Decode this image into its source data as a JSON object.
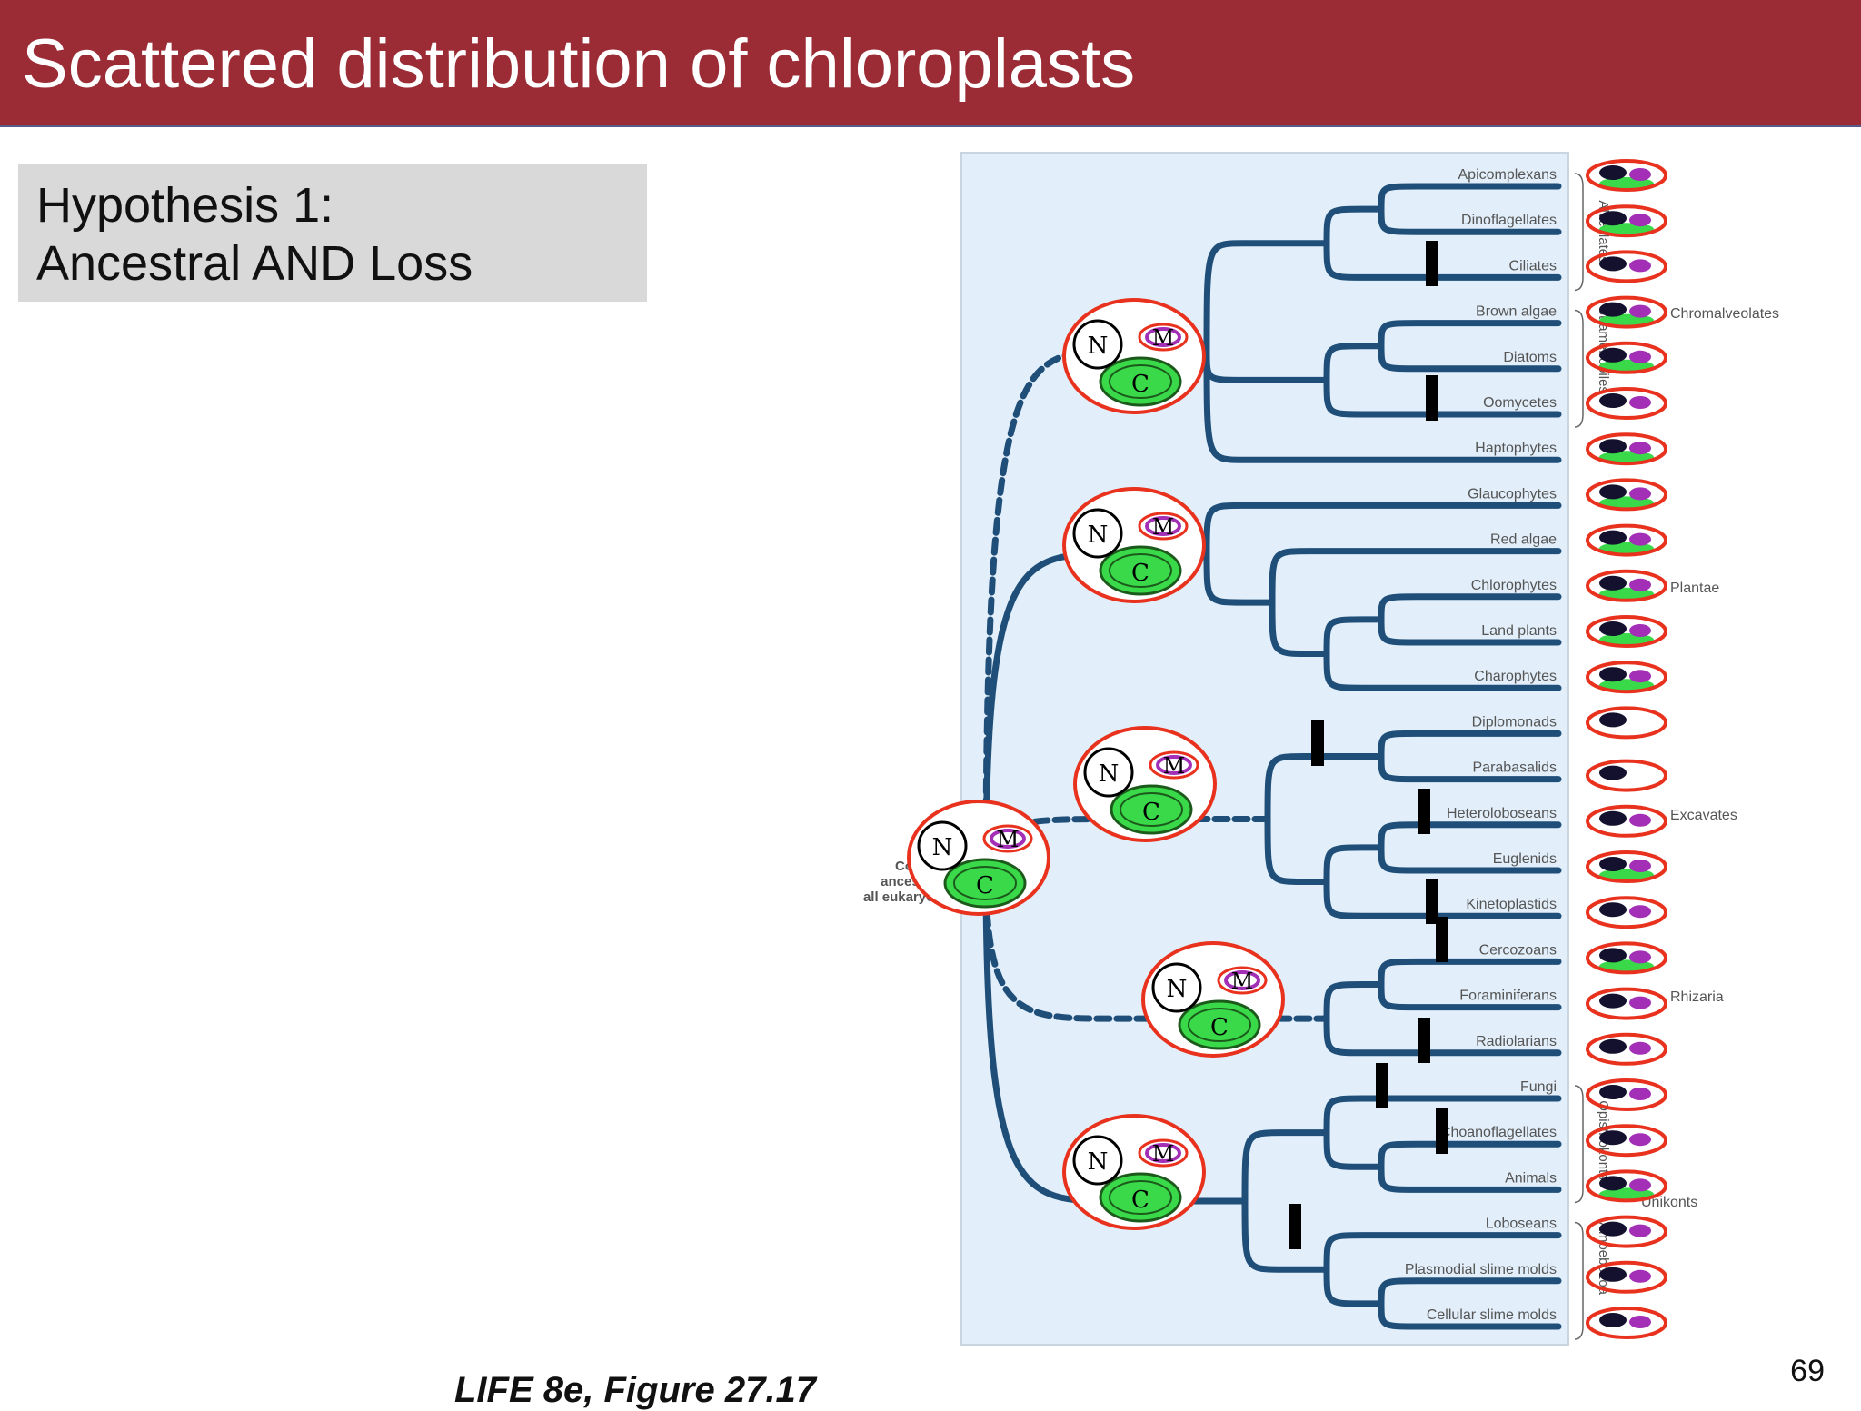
{
  "slide": {
    "title": "Scattered distribution of chloroplasts",
    "hypothesis_line1": "Hypothesis 1:",
    "hypothesis_line2": "Ancestral AND Loss",
    "page_number": "69",
    "credit": "LIFE 8e, Figure 27.17"
  },
  "tree": {
    "root_label_lines": [
      "Common",
      "ancestor of",
      "all eukaryotes"
    ],
    "taxa": [
      "Apicomplexans",
      "Dinoflagellates",
      "Ciliates",
      "Brown algae",
      "Diatoms",
      "Oomycetes",
      "Haptophytes",
      "Glaucophytes",
      "Red algae",
      "Chlorophytes",
      "Land plants",
      "Charophytes",
      "Diplomonads",
      "Parabasalids",
      "Heteroloboseans",
      "Euglenids",
      "Kinetoplastids",
      "Cercozoans",
      "Foraminiferans",
      "Radiolarians",
      "Fungi",
      "Choanoflagellates",
      "Animals",
      "Loboseans",
      "Plasmodial slime molds",
      "Cellular slime molds"
    ],
    "group_labels": [
      "Alveolates",
      "Stramenopiles",
      "Chromalveolates",
      "Plantae",
      "Excavates",
      "Rhizaria",
      "Opisthokonts",
      "Amoebozoa",
      "Unikonts"
    ],
    "organelle_labels": {
      "nucleus": "N",
      "mitochondrion": "M",
      "chloroplast": "C"
    },
    "tip_has_chloroplast": [
      true,
      true,
      false,
      true,
      true,
      false,
      true,
      true,
      true,
      true,
      true,
      true,
      false,
      false,
      false,
      true,
      false,
      true,
      false,
      false,
      false,
      false,
      true,
      false,
      false,
      false
    ],
    "tip_has_mitochondrion": [
      true,
      true,
      true,
      true,
      true,
      true,
      true,
      true,
      true,
      true,
      true,
      true,
      false,
      false,
      true,
      true,
      true,
      true,
      true,
      true,
      true,
      true,
      true,
      true,
      true,
      true
    ],
    "loss_events": [
      "Ciliates",
      "Oomycetes",
      "Diplomonads + Parabasalids",
      "Heteroloboseans",
      "Kinetoplastids",
      "Cercozoans",
      "Radiolarians",
      "Fungi",
      "Choanoflagellates",
      "Amoebozoa"
    ]
  },
  "colors": {
    "title_bg": "#9b2c35",
    "panel_bg": "#e2effa",
    "branch": "#1f4e79",
    "cell_outline": "#e8321e",
    "chloroplast": "#39d94a",
    "mitochondrion": "#a22fb5",
    "nucleus": "#14112e",
    "loss_bar": "#000000"
  }
}
